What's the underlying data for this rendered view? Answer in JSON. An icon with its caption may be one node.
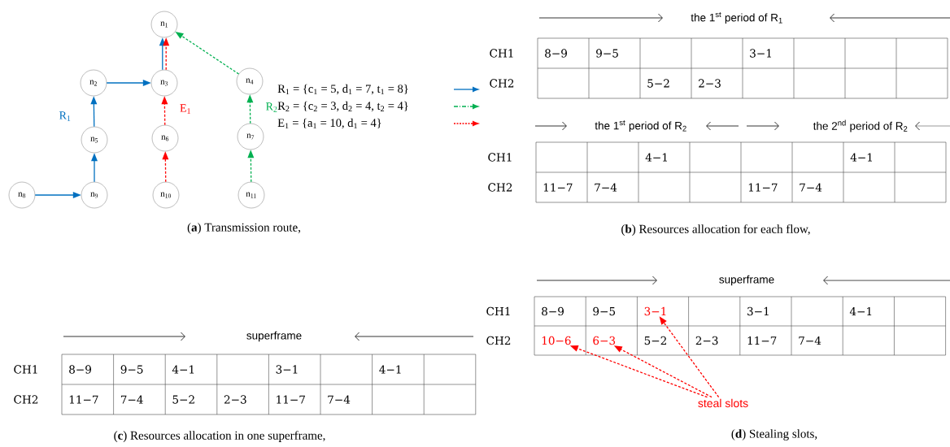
{
  "diagram": {
    "nodes": [
      {
        "text": [
          "n$_{1}$"
        ]
      },
      {
        "text": [
          "n$_{2}$"
        ]
      },
      {
        "text": [
          "n$_{3}$"
        ]
      },
      {
        "text": [
          "n$_{4}$"
        ]
      },
      {
        "text": [
          "n$_{5}$"
        ]
      },
      {
        "text": [
          "n$_{6}$"
        ]
      },
      {
        "text": [
          "n$_{7}$"
        ]
      },
      {
        "text": [
          "n$_{8}$"
        ]
      },
      {
        "text": [
          "n$_{9}$"
        ]
      },
      {
        "text": [
          "n$_{10}$"
        ]
      },
      {
        "text": [
          "n$_{11}$"
        ]
      },
      {
        "text": [
          "3−1"
        ]
      },
      {
        "text": [
          "10−6"
        ]
      },
      {
        "text": [
          "6−3"
        ]
      },
      {
        "text": [
          "steal slots"
        ]
      }
    ],
    "edges": [
      {
        "from": 7,
        "to": 8,
        "arrow": "to",
        "color": "#0070c0"
      },
      {
        "from": 8,
        "to": 4,
        "arrow": "to",
        "color": "#0070c0"
      },
      {
        "from": 4,
        "to": 1,
        "arrow": "to",
        "color": "#0070c0",
        "label": "R$_{1}$"
      },
      {
        "from": 1,
        "to": 2,
        "arrow": "to",
        "color": "#0070c0"
      },
      {
        "from": 2,
        "to": 0,
        "arrow": "to",
        "color": "#0070c0"
      },
      {
        "from": 9,
        "to": 5,
        "arrow": "to",
        "style": "dashed",
        "color": "#ff0000"
      },
      {
        "from": 5,
        "to": 2,
        "arrow": "to",
        "style": "dashed",
        "color": "#ff0000",
        "label": "E$_{1}$"
      },
      {
        "from": 2,
        "to": 0,
        "arrow": "to",
        "style": "dashed",
        "color": "#ff0000"
      },
      {
        "from": 10,
        "to": 6,
        "arrow": "to",
        "style": "dashed",
        "color": "#00b050"
      },
      {
        "from": 6,
        "to": 3,
        "arrow": "to",
        "style": "dashed",
        "color": "#00b050",
        "label": "R$_{2}$"
      },
      {
        "from": 3,
        "to": 0,
        "arrow": "to",
        "style": "dashed",
        "color": "#00b050"
      },
      {
        "from": 14,
        "to": 11,
        "arrow": "to",
        "style": "dashed",
        "color": "#ff0000"
      },
      {
        "from": 14,
        "to": 12,
        "arrow": "to",
        "style": "dashed",
        "color": "#ff0000"
      },
      {
        "from": 14,
        "to": 13,
        "arrow": "to",
        "style": "dashed",
        "color": "#ff0000"
      }
    ],
    "labels": [
      "(**a**) Transmission route,",
      "the 1$^{st}$ period of R$_{1}$",
      "CH1",
      "8−9",
      "9−5",
      "3−1",
      "CH2",
      "5−2",
      "2−3",
      "the 1$^{st}$ period of R$_{2}$",
      "the 2$^{nd}$ period of R$_{2}$",
      "CH1",
      "4−1",
      "4−1",
      "CH2",
      "11−7",
      "7−4",
      "11−7",
      "7−4",
      "(**b**) Resources allocation for each flow,",
      "superframe",
      "CH1",
      "8−9",
      "9−5",
      "4−1",
      "3−1",
      "4−1",
      "CH2",
      "11−7",
      "7−4",
      "5−2",
      "2−3",
      "11−7",
      "7−4",
      "(**c**) Resources allocation in one superframe,",
      "superframe",
      "CH1",
      "8−9",
      "9−5",
      "3−1",
      "4−1",
      "CH2",
      "5−2",
      "2−3",
      "11−7",
      "7−4",
      "(**d**) Stealing slots,"
    ],
    "legend": [
      {
        "text": "R$_{1}$ = {c$_{1}$ = 5, d$_{1}$ = 7, t$_{1}$ = 8}"
      },
      {
        "text": "R$_{2}$ = {c$_{2}$ = 3, d$_{2}$ = 4, t$_{2}$ = 4}"
      },
      {
        "text": "E$_{1}$ = {a$_{1}$ = 10, d$_{1}$ = 4}"
      }
    ]
  }
}
